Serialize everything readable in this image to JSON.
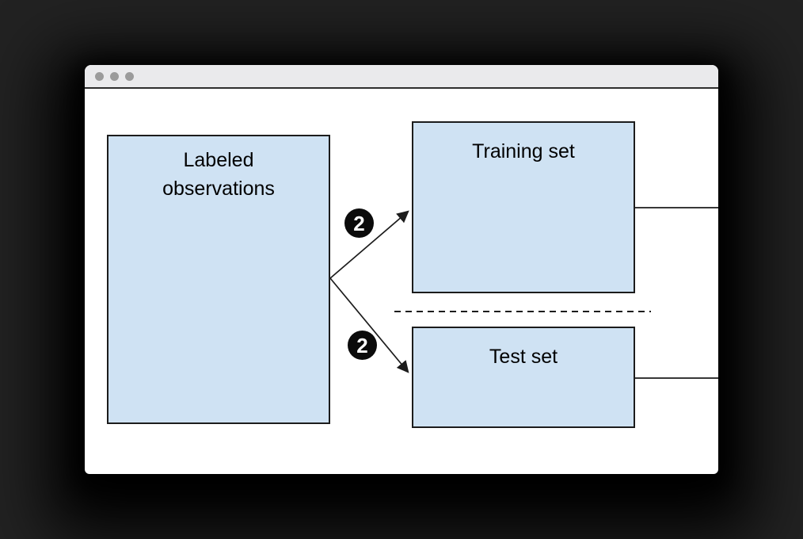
{
  "theme": {
    "page_bg": "#222222",
    "window_bg": "#ffffff",
    "titlebar_bg": "#eaeaec",
    "titlebar_border": "#2e2e2e",
    "dot_color": "#9b9b9b",
    "node_fill": "#cfe2f3",
    "node_border": "#1c1c1c",
    "line_color": "#1c1c1c",
    "badge_bg": "#0b0b0b",
    "badge_text_color": "#ffffff",
    "text_color": "#000000"
  },
  "window": {
    "titlebar": {
      "dot_count": 3
    }
  },
  "diagram": {
    "nodes": {
      "source": {
        "label": "Labeled observations"
      },
      "training": {
        "label": "Training set"
      },
      "test": {
        "label": "Test set"
      }
    },
    "edges": [
      {
        "from": "Labeled observations",
        "to": "Training set",
        "badge": "2",
        "style": "arrow"
      },
      {
        "from": "Labeled observations",
        "to": "Test set",
        "badge": "2",
        "style": "arrow"
      }
    ],
    "separator": {
      "style": "dashed",
      "between": [
        "Training set",
        "Test set"
      ]
    },
    "connectors": [
      {
        "from": "Training set",
        "direction": "right"
      },
      {
        "from": "Test set",
        "direction": "right"
      }
    ]
  }
}
